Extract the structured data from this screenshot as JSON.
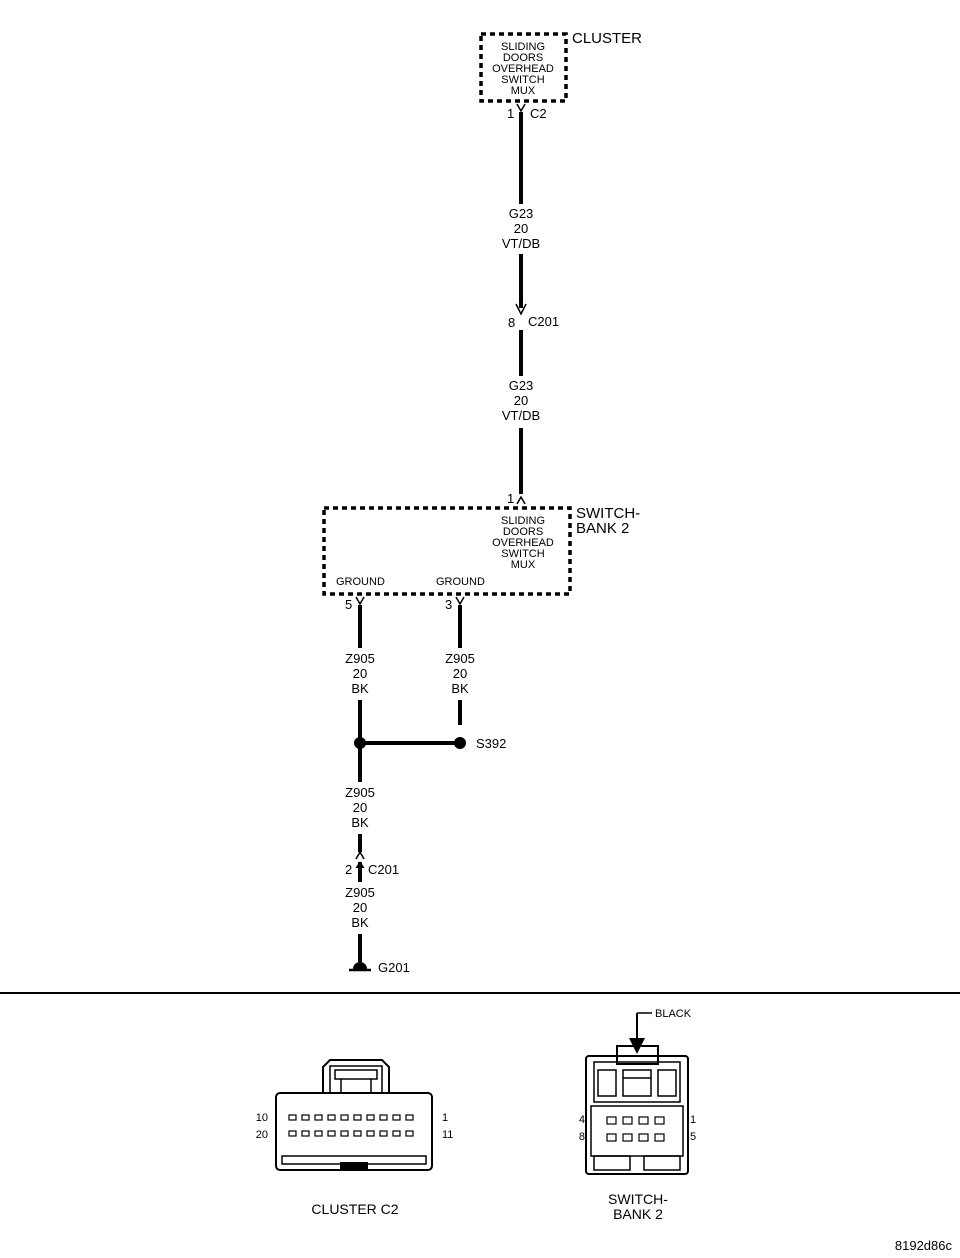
{
  "modules": {
    "cluster": {
      "name": "CLUSTER",
      "function_lines": [
        "SLIDING",
        "DOORS",
        "OVERHEAD",
        "SWITCH",
        "MUX"
      ],
      "pin": "1",
      "connector": "C2"
    },
    "switch_bank": {
      "name_lines": [
        "SWITCH-",
        "BANK 2"
      ],
      "function_lines": [
        "SLIDING",
        "DOORS",
        "OVERHEAD",
        "SWITCH",
        "MUX"
      ],
      "pin_top": "1",
      "ground_left": {
        "label": "GROUND",
        "pin": "5"
      },
      "ground_right": {
        "label": "GROUND",
        "pin": "3"
      }
    }
  },
  "wires": {
    "g23_upper": [
      "G23",
      "20",
      "VT/DB"
    ],
    "g23_lower": [
      "G23",
      "20",
      "VT/DB"
    ],
    "z905_left": [
      "Z905",
      "20",
      "BK"
    ],
    "z905_right": [
      "Z905",
      "20",
      "BK"
    ],
    "z905_mid": [
      "Z905",
      "20",
      "BK"
    ],
    "z905_bottom": [
      "Z905",
      "20",
      "BK"
    ]
  },
  "inline_connectors": {
    "c201_upper": {
      "pin": "8",
      "name": "C201"
    },
    "c201_lower": {
      "pin": "2",
      "name": "C201"
    }
  },
  "splice": {
    "name": "S392"
  },
  "ground_point": {
    "name": "G201"
  },
  "connector_views": {
    "cluster_c2": {
      "caption": "CLUSTER C2",
      "pin_top_left": "10",
      "pin_top_right": "1",
      "pin_bottom_left": "20",
      "pin_bottom_right": "11"
    },
    "switch_bank_2": {
      "caption_lines": [
        "SWITCH-",
        "BANK 2"
      ],
      "color_callout": "BLACK",
      "pin_top_left": "4",
      "pin_top_right": "1",
      "pin_bottom_left": "8",
      "pin_bottom_right": "5"
    }
  },
  "figure_id": "8192d86c"
}
